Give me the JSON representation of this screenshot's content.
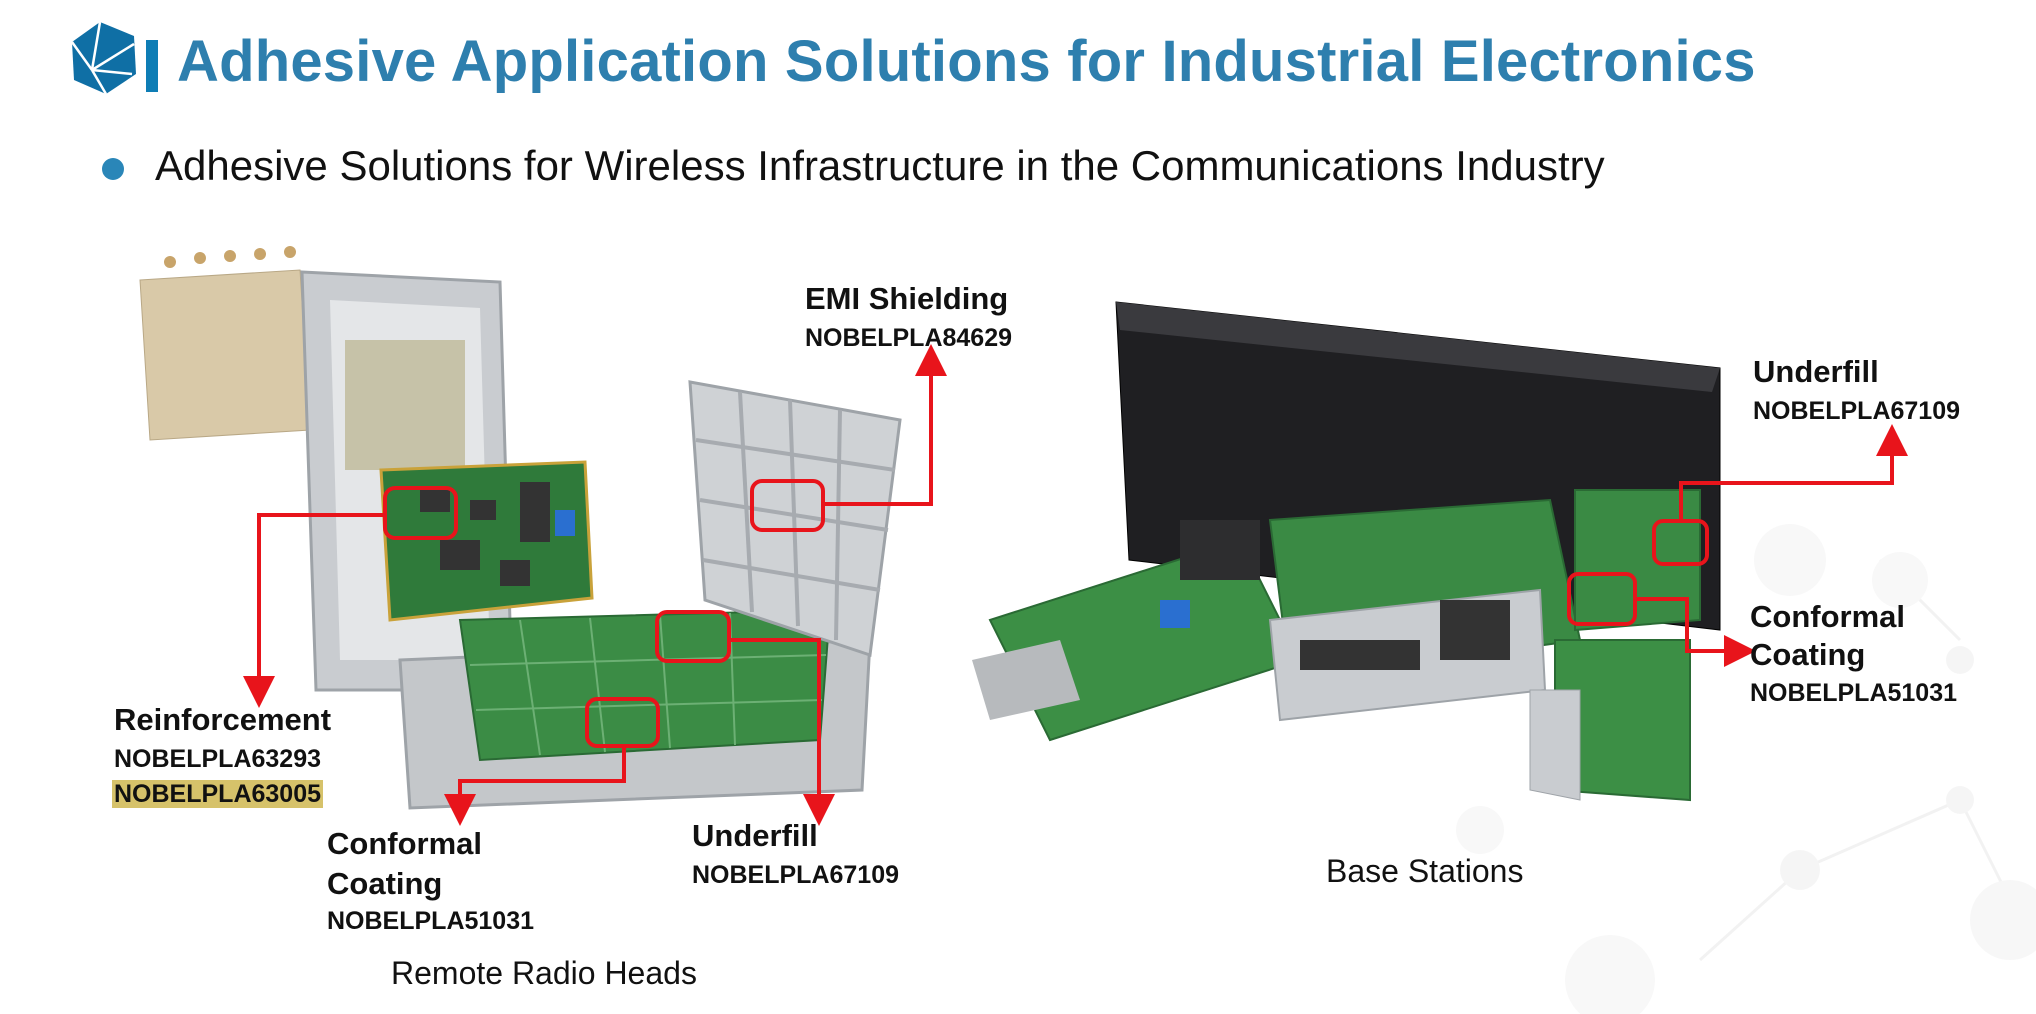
{
  "header": {
    "title": "Adhesive Application Solutions for Industrial Electronics",
    "subtitle": "Adhesive Solutions for Wireless Infrastructure in the Communications Industry",
    "logo_icon": "hexagon-logo-icon",
    "accent_color": "#2e7fae"
  },
  "remote_radio_heads": {
    "caption": "Remote Radio Heads",
    "callouts": {
      "emi": {
        "title": "EMI Shielding",
        "code": "NOBELPLA84629"
      },
      "reinforcement": {
        "title": "Reinforcement",
        "codes": [
          "NOBELPLA63293",
          "NOBELPLA63005"
        ]
      },
      "conformal": {
        "title_line1": "Conformal",
        "title_line2": "Coating",
        "code": "NOBELPLA51031"
      },
      "underfill": {
        "title": "Underfill",
        "code": "NOBELPLA67109"
      }
    }
  },
  "base_stations": {
    "caption": "Base Stations",
    "callouts": {
      "underfill": {
        "title": "Underfill",
        "code": "NOBELPLA67109"
      },
      "conformal": {
        "title_line1": "Conformal",
        "title_line2": "Coating",
        "code": "NOBELPLA51031"
      }
    }
  },
  "colors": {
    "callout_red": "#e8141b",
    "highlight": "#d6c26a"
  }
}
